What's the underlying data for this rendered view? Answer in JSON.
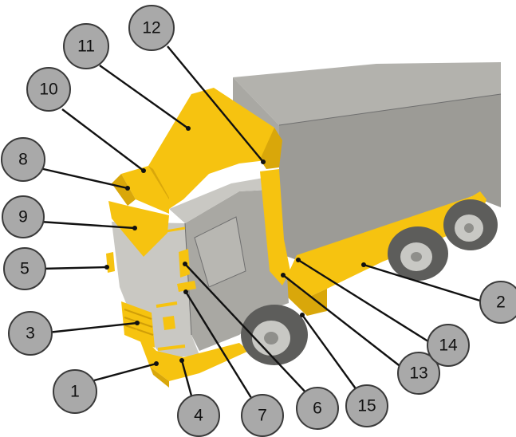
{
  "colors": {
    "highlight": "#f6c310",
    "highlight_dark": "#d9a70a",
    "body_light": "#c9c8c3",
    "body_mid": "#a9a8a3",
    "body_dark": "#8c8b87",
    "cargo_top": "#b3b2ad",
    "cargo_side": "#9c9b96",
    "tire": "#5d5d5b",
    "rim": "#c8c8c4",
    "callout_fill": "#a9a9a9"
  },
  "callouts": [
    {
      "id": "1",
      "label": "1"
    },
    {
      "id": "2",
      "label": "2"
    },
    {
      "id": "3",
      "label": "3"
    },
    {
      "id": "4",
      "label": "4"
    },
    {
      "id": "5",
      "label": "5"
    },
    {
      "id": "6",
      "label": "6"
    },
    {
      "id": "7",
      "label": "7"
    },
    {
      "id": "8",
      "label": "8"
    },
    {
      "id": "9",
      "label": "9"
    },
    {
      "id": "10",
      "label": "10"
    },
    {
      "id": "11",
      "label": "11"
    },
    {
      "id": "12",
      "label": "12"
    },
    {
      "id": "13",
      "label": "13"
    },
    {
      "id": "14",
      "label": "14"
    },
    {
      "id": "15",
      "label": "15"
    }
  ]
}
